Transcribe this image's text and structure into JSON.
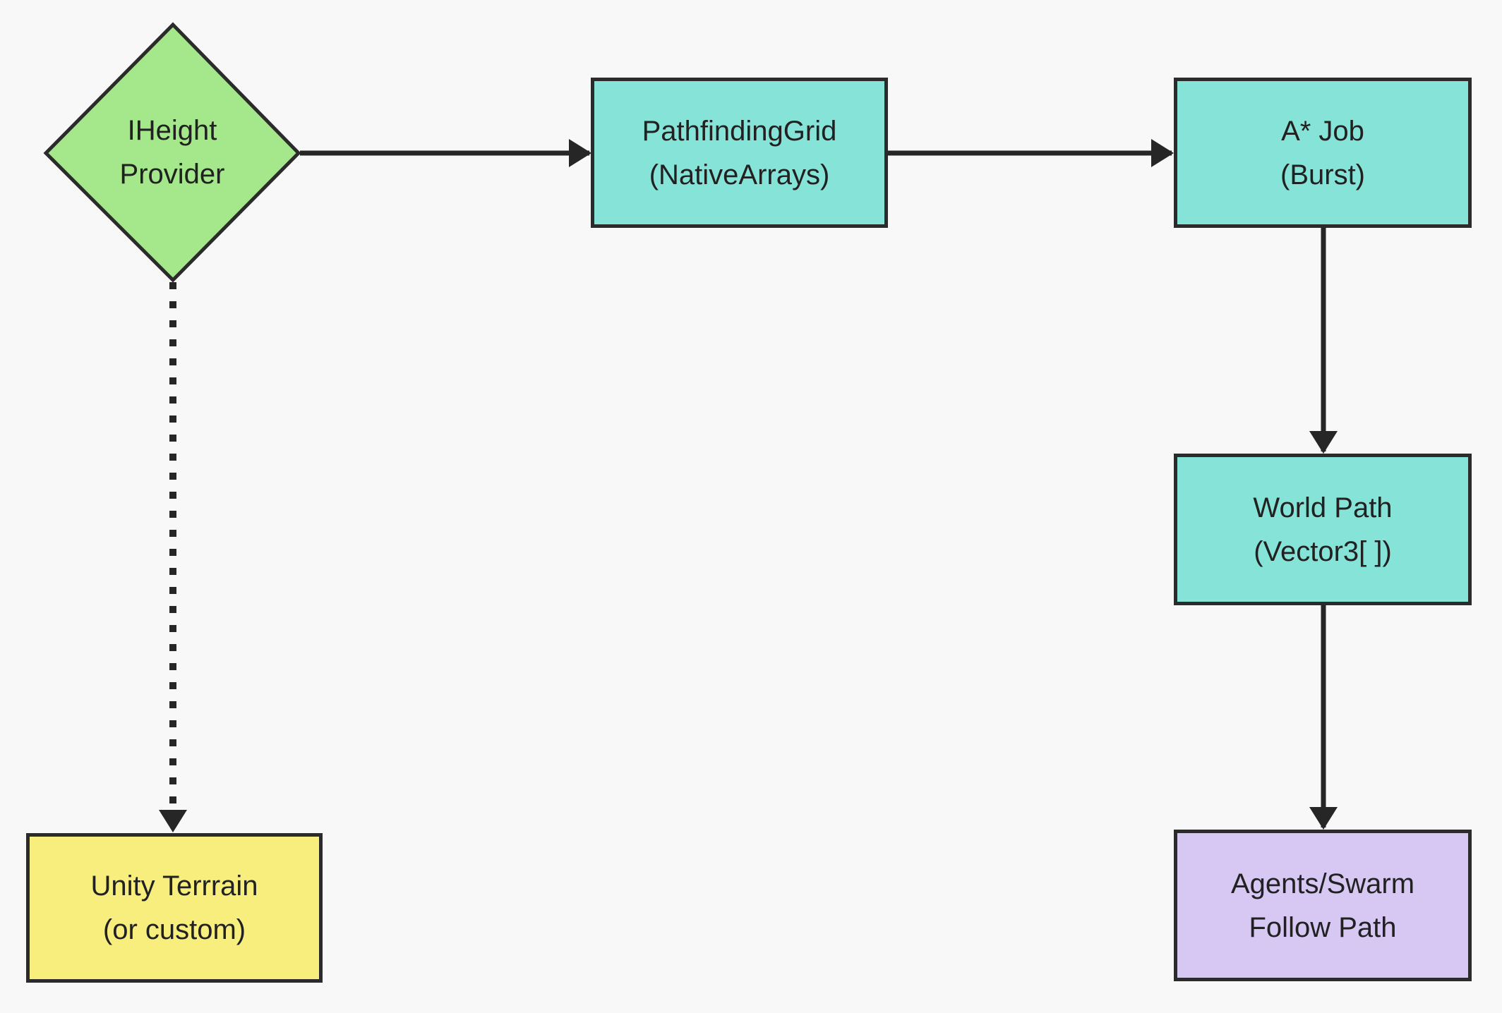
{
  "diagram": {
    "colors": {
      "background": "#f8f8f8",
      "border": "#2b2b2b",
      "arrow": "#262626",
      "text": "#212121",
      "diamond_fill": "#a5e78b",
      "teal_fill": "#86e3d7",
      "purple_fill": "#d6c8f2",
      "yellow_fill": "#f7ee7d"
    },
    "nodes": {
      "iheight_provider": {
        "shape": "diamond",
        "line1": "IHeight",
        "line2": "Provider",
        "fill": "#a5e78b"
      },
      "pathfinding_grid": {
        "shape": "rect",
        "line1": "PathfindingGrid",
        "line2": "(NativeArrays)",
        "fill": "#86e3d7"
      },
      "astar_job": {
        "shape": "rect",
        "line1": "A* Job",
        "line2": "(Burst)",
        "fill": "#86e3d7"
      },
      "world_path": {
        "shape": "rect",
        "line1": "World Path",
        "line2": "(Vector3[ ])",
        "fill": "#86e3d7"
      },
      "agents_swarm": {
        "shape": "rect",
        "line1": "Agents/Swarm",
        "line2": "Follow Path",
        "fill": "#d6c8f2"
      },
      "unity_terrain": {
        "shape": "rect",
        "line1": "Unity Terrrain",
        "line2": "(or custom)",
        "fill": "#f7ee7d"
      }
    },
    "edges": [
      {
        "from": "iheight_provider",
        "to": "pathfinding_grid",
        "style": "solid"
      },
      {
        "from": "pathfinding_grid",
        "to": "astar_job",
        "style": "solid"
      },
      {
        "from": "astar_job",
        "to": "world_path",
        "style": "solid"
      },
      {
        "from": "world_path",
        "to": "agents_swarm",
        "style": "solid"
      },
      {
        "from": "iheight_provider",
        "to": "unity_terrain",
        "style": "dotted"
      }
    ]
  }
}
